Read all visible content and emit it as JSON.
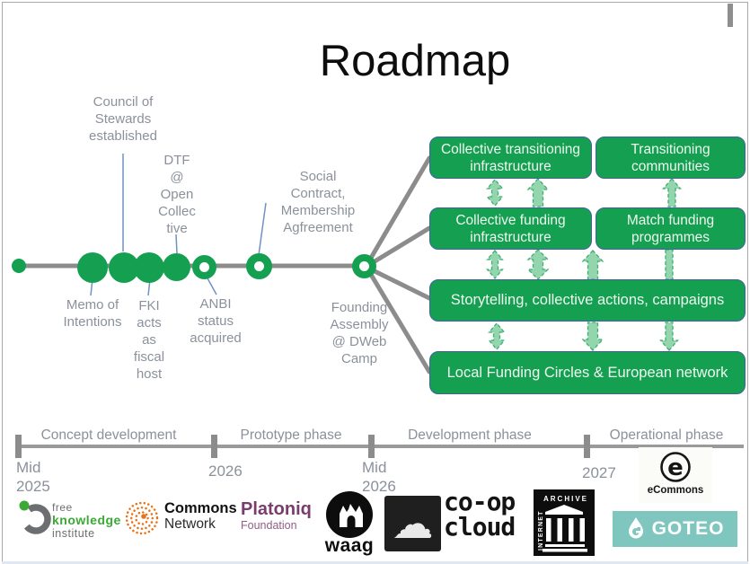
{
  "title": "Roadmap",
  "colors": {
    "green": "#14a050",
    "arrow_green_fill": "#93d5ac",
    "arrow_green_stroke": "#3eaf6f",
    "gray_line": "#8c8c8c",
    "label_gray": "#8b919b",
    "box_border_blue": "#44609f",
    "connector_blue": "#7191c4",
    "goteo_teal": "#7fc6bf",
    "platoniq_purple": "#7a3b6d",
    "commons_orange": "#e8731a",
    "fki_green": "#3aa935"
  },
  "milestones": {
    "council": "Council of\nStewards\nestablished",
    "dtf": "DTF\n@\nOpen\nCollec\ntive",
    "social": "Social\nContract,\nMembership\nAgfreement",
    "memo": "Memo of\nIntentions",
    "fki": "FKI\nacts\nas\nfiscal\nhost",
    "anbi": "ANBI\nstatus\nacquired",
    "founding": "Founding\nAssembly\n@ DWeb\nCamp"
  },
  "boxes": {
    "collective_transitioning": "Collective transitioning\ninfrastructure",
    "transitioning_communities": "Transitioning\ncommunities",
    "collective_funding": "Collective funding\ninfrastructure",
    "match_funding": "Match funding\nprogrammes",
    "storytelling": "Storytelling, collective actions, campaigns",
    "local_funding": "Local Funding Circles & European network"
  },
  "phases": {
    "concept": {
      "label": "Concept development",
      "date": "Mid\n2025"
    },
    "prototype": {
      "label": "Prototype phase",
      "date": "2026"
    },
    "development": {
      "label": "Development phase",
      "date": "Mid\n2026"
    },
    "operational": {
      "label": "Operational phase",
      "date": "2027"
    }
  },
  "logos": {
    "fki": {
      "line1": "free",
      "line2": "knowledge",
      "line3": "institute"
    },
    "commons_network": {
      "line1": "Commons",
      "line2": "Network"
    },
    "platoniq": {
      "name": "Platoniq",
      "sub": "Foundation"
    },
    "waag": {
      "name": "waag"
    },
    "coop_cloud": {
      "name": "co-op\ncloud"
    },
    "internet_archive": {
      "top": "ARCHIVE",
      "side": "INTERNET"
    },
    "ecommons": {
      "name": "eCommons"
    },
    "goteo": {
      "name": "GOTEO"
    }
  }
}
